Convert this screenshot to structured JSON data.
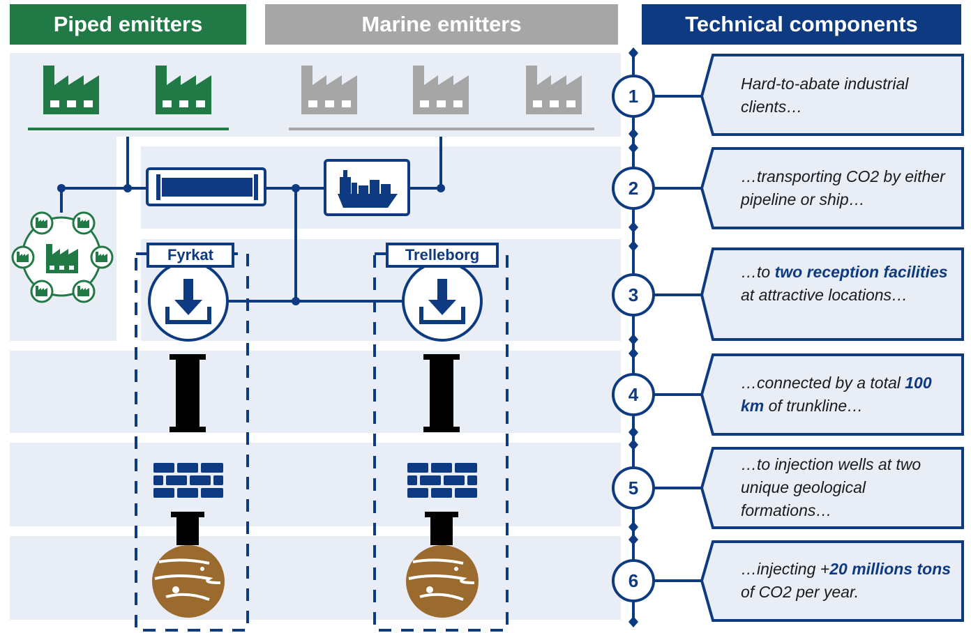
{
  "headers": {
    "piped": "Piped emitters",
    "marine": "Marine emitters",
    "technical": "Technical components"
  },
  "colors": {
    "piped": "#217a46",
    "marine": "#a6a6a6",
    "navy": "#0d3a80",
    "band": "#e9edf5",
    "reservoir": "#9a6a2e"
  },
  "sites": {
    "left": "Fyrkat",
    "right": "Trelleborg"
  },
  "steps": [
    {
      "number": "1",
      "parts": [
        {
          "text": "Hard-to-abate industrial clients…",
          "hl": false
        }
      ]
    },
    {
      "number": "2",
      "parts": [
        {
          "text": "…transporting CO2 by either pipeline or ship…",
          "hl": false
        }
      ]
    },
    {
      "number": "3",
      "parts": [
        {
          "text": "…to ",
          "hl": false
        },
        {
          "text": "two reception facilities",
          "hl": true
        },
        {
          "text": " at attractive locations…",
          "hl": false
        }
      ]
    },
    {
      "number": "4",
      "parts": [
        {
          "text": "…connected by a total ",
          "hl": false
        },
        {
          "text": "100 km",
          "hl": true
        },
        {
          "text": " of trunkline…",
          "hl": false
        }
      ]
    },
    {
      "number": "5",
      "parts": [
        {
          "text": "…to injection wells at two unique geological formations…",
          "hl": false
        }
      ]
    },
    {
      "number": "6",
      "parts": [
        {
          "text": "…injecting +",
          "hl": false
        },
        {
          "text": "20 millions tons",
          "hl": true
        },
        {
          "text": " of CO2 per year.",
          "hl": false
        }
      ]
    }
  ]
}
